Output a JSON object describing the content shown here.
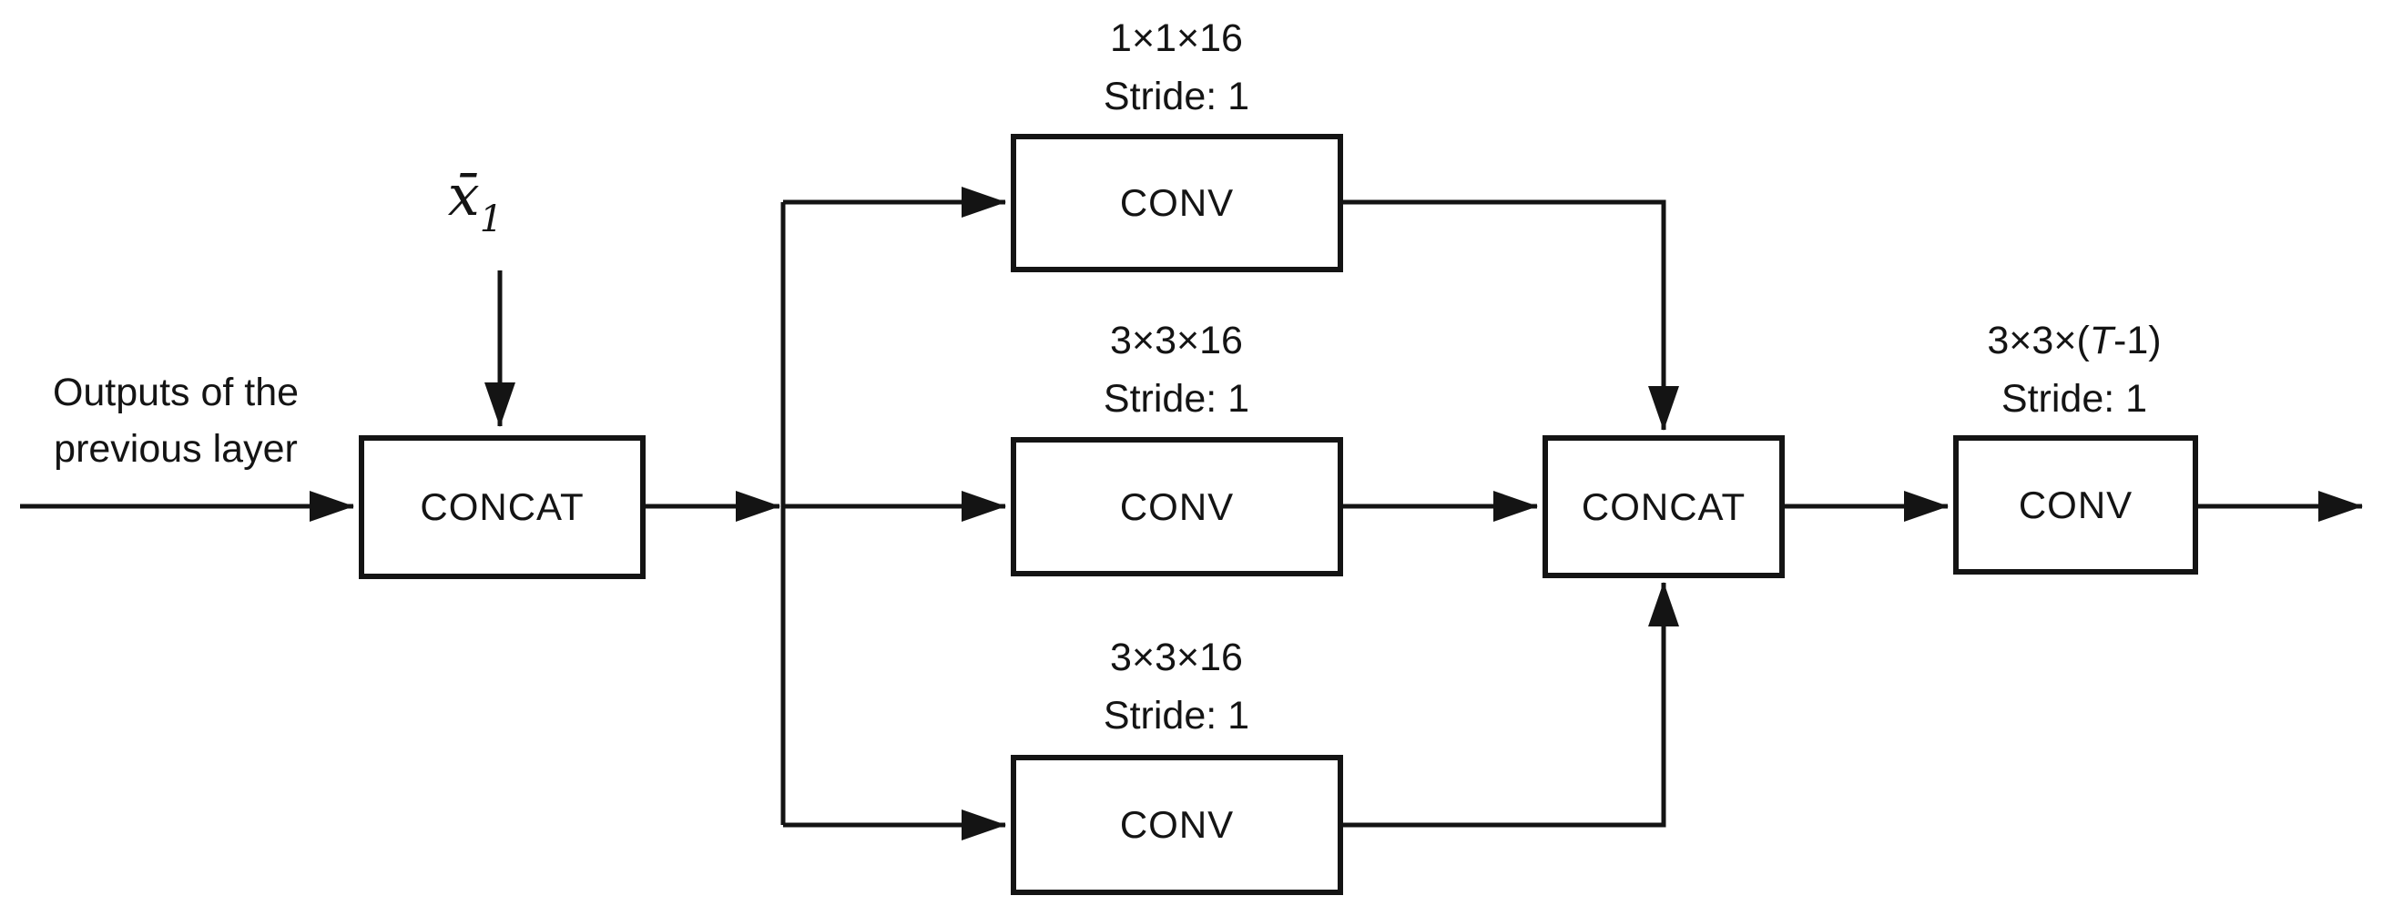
{
  "figure": {
    "background": "#ffffff",
    "line_color": "#141414",
    "input_caption": {
      "line1": "Outputs of the",
      "line2": "previous layer"
    },
    "aux_input": {
      "symbol": "x̄",
      "subscript": "1"
    },
    "blocks": {
      "concat1": {
        "label": "CONCAT"
      },
      "conv_top": {
        "label": "CONV",
        "kernel": "1×1×16",
        "stride": "Stride: 1"
      },
      "conv_mid": {
        "label": "CONV",
        "kernel": "3×3×16",
        "stride": "Stride: 1"
      },
      "conv_bottom": {
        "label": "CONV",
        "kernel": "3×3×16",
        "stride": "Stride: 1"
      },
      "concat2": {
        "label": "CONCAT"
      },
      "conv_out": {
        "label": "CONV",
        "kernel_prefix": "3×3×(",
        "kernel_var": "T",
        "kernel_suffix": "-1)",
        "stride": "Stride: 1"
      }
    }
  }
}
